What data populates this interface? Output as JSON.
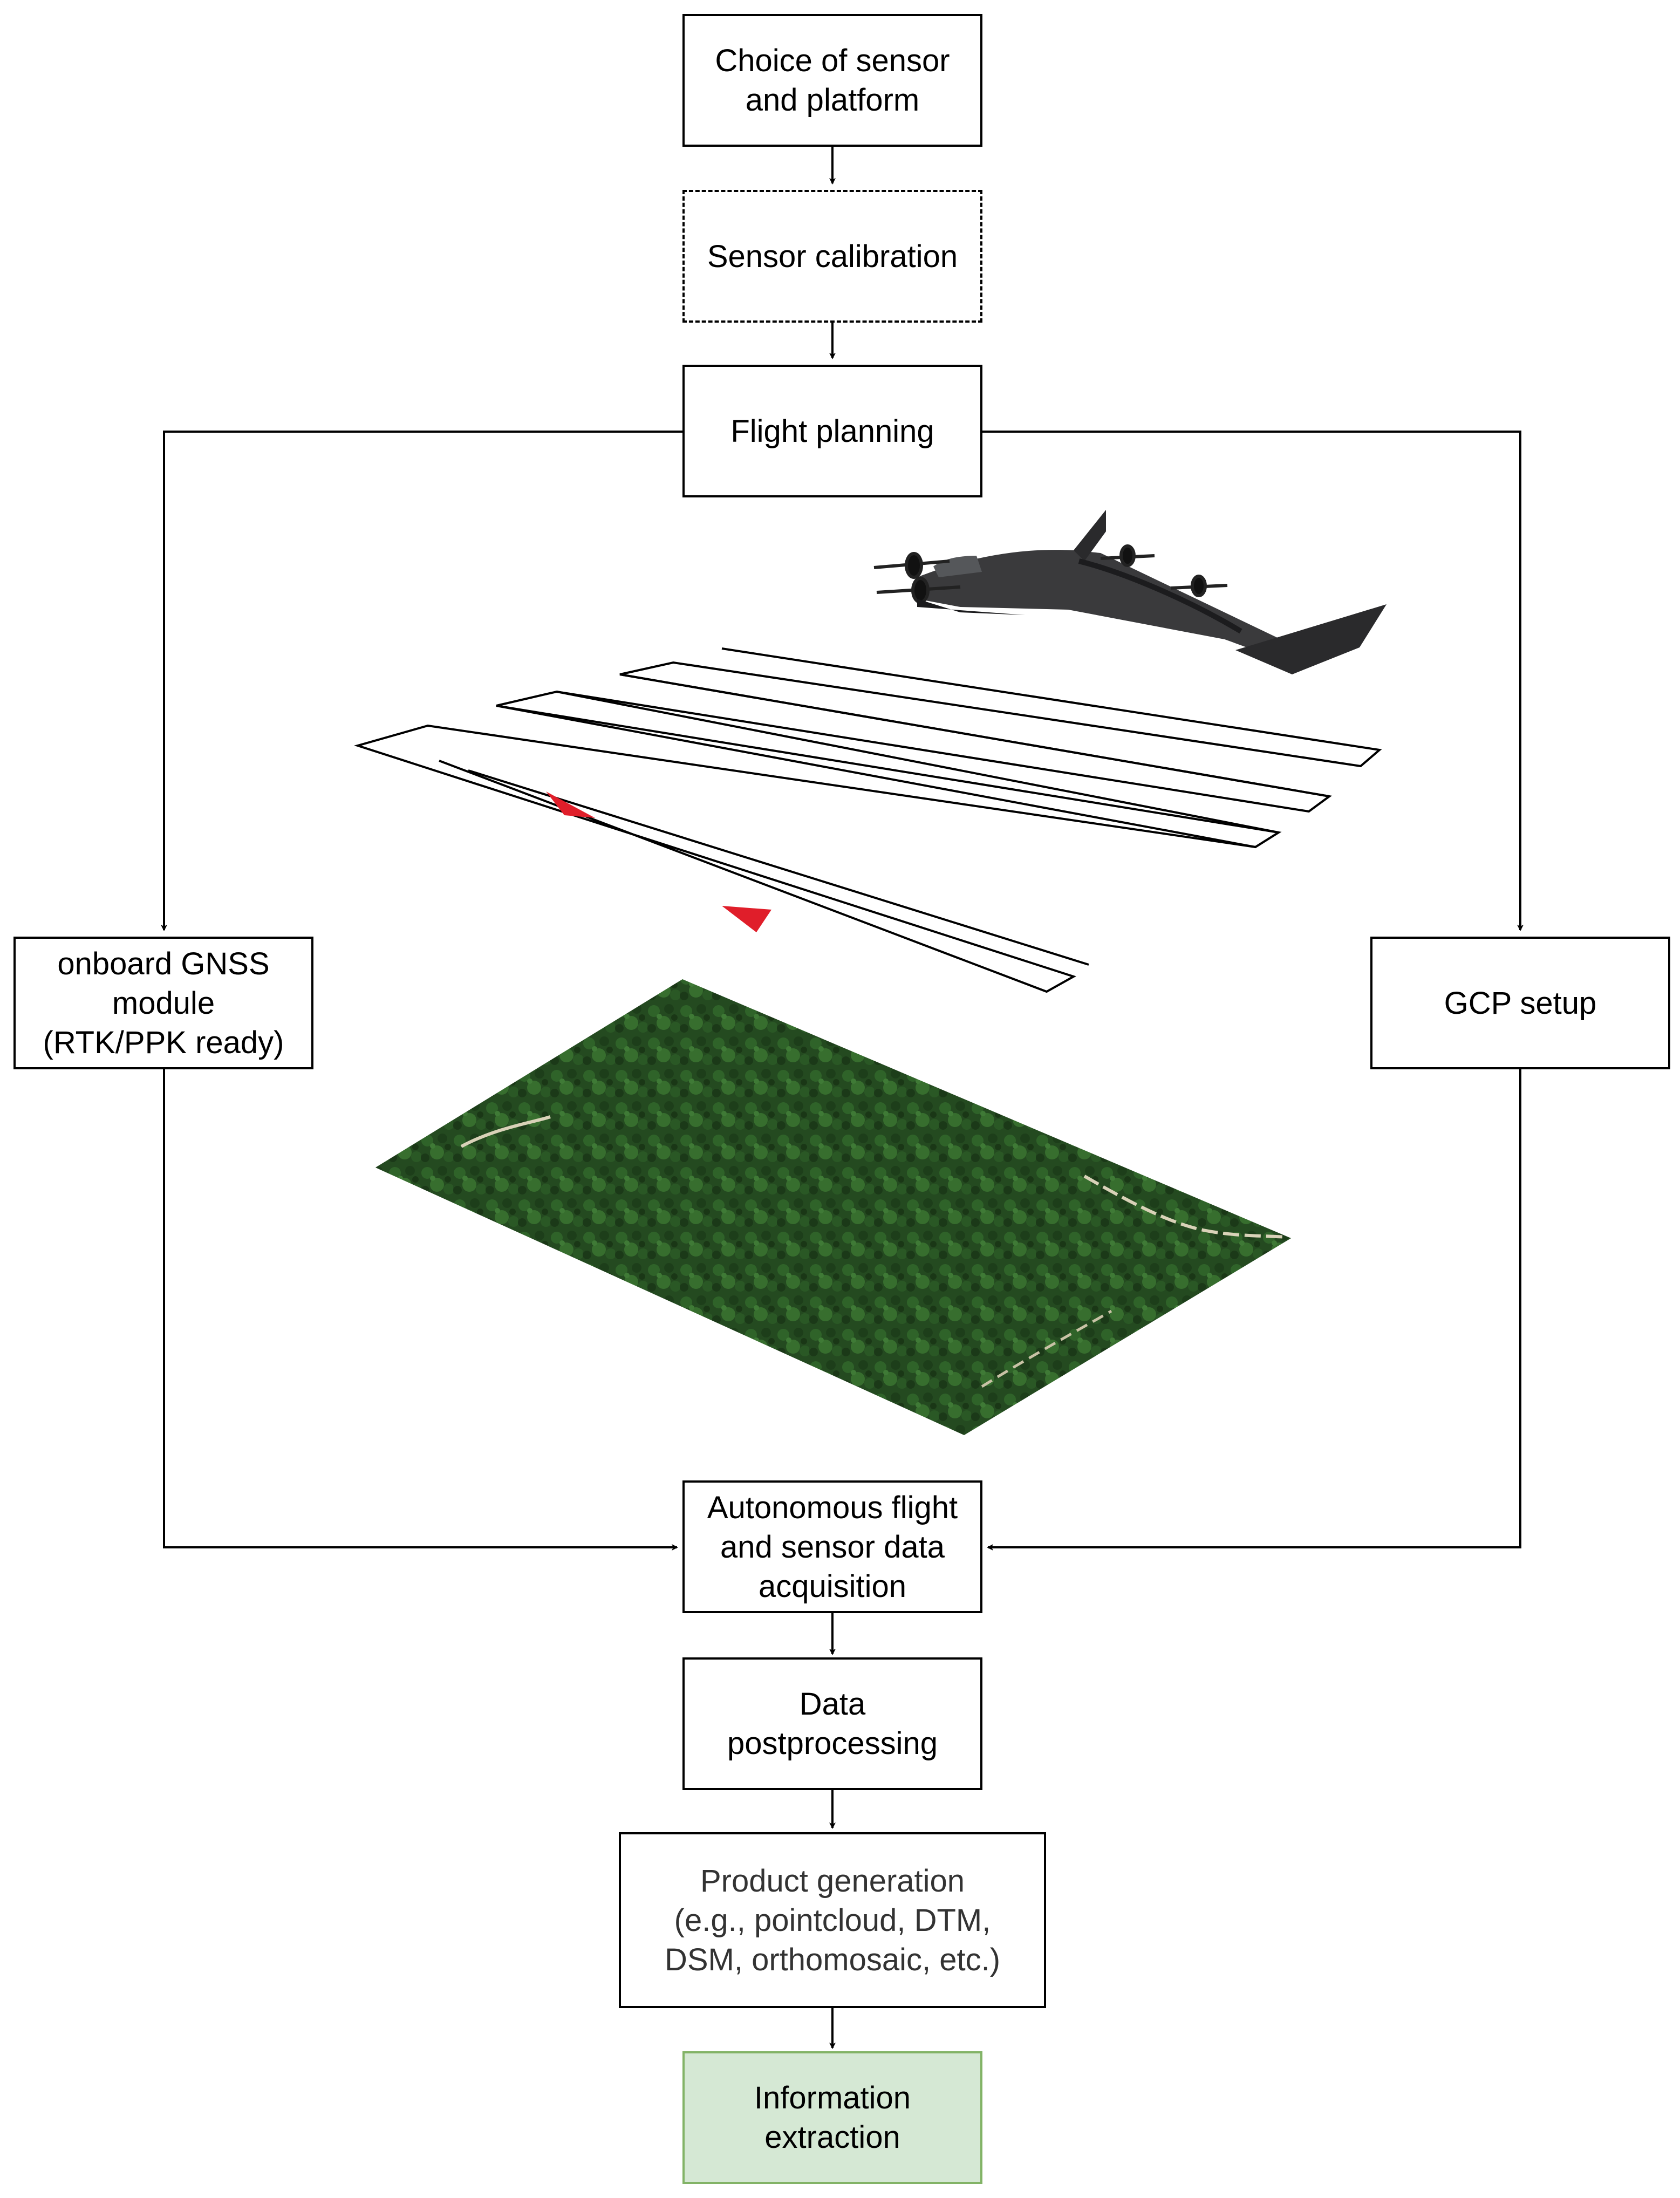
{
  "nodes": {
    "sensor_platform": "Choice of sensor and platform",
    "sensor_calibration": "Sensor calibration",
    "flight_planning": "Flight planning",
    "gnss": [
      "onboard GNSS",
      "module",
      "(RTK/PPK ready)"
    ],
    "gcp": "GCP setup",
    "acquisition": [
      "Autonomous flight",
      "and sensor data",
      "acquisition"
    ],
    "postprocessing": [
      "Data",
      "postprocessing"
    ],
    "product": [
      "Product generation",
      "(e.g., pointcloud, DTM,",
      "DSM, orthomosaic, etc.)"
    ],
    "information": [
      "Information",
      "extraction"
    ]
  },
  "colors": {
    "final_fill": "#d5e8d4",
    "final_border": "#82b366",
    "flight_arrow": "#e01e2a",
    "forest_dark": "#1f3d1c",
    "forest_mid": "#2f5a2a",
    "drone_body": "#3a3a3c"
  },
  "icons": {
    "drone": "fixed-wing-vtol-drone-icon",
    "forest": "forest-orthophoto-image",
    "flight_path": "lawnmower-flight-lines"
  }
}
